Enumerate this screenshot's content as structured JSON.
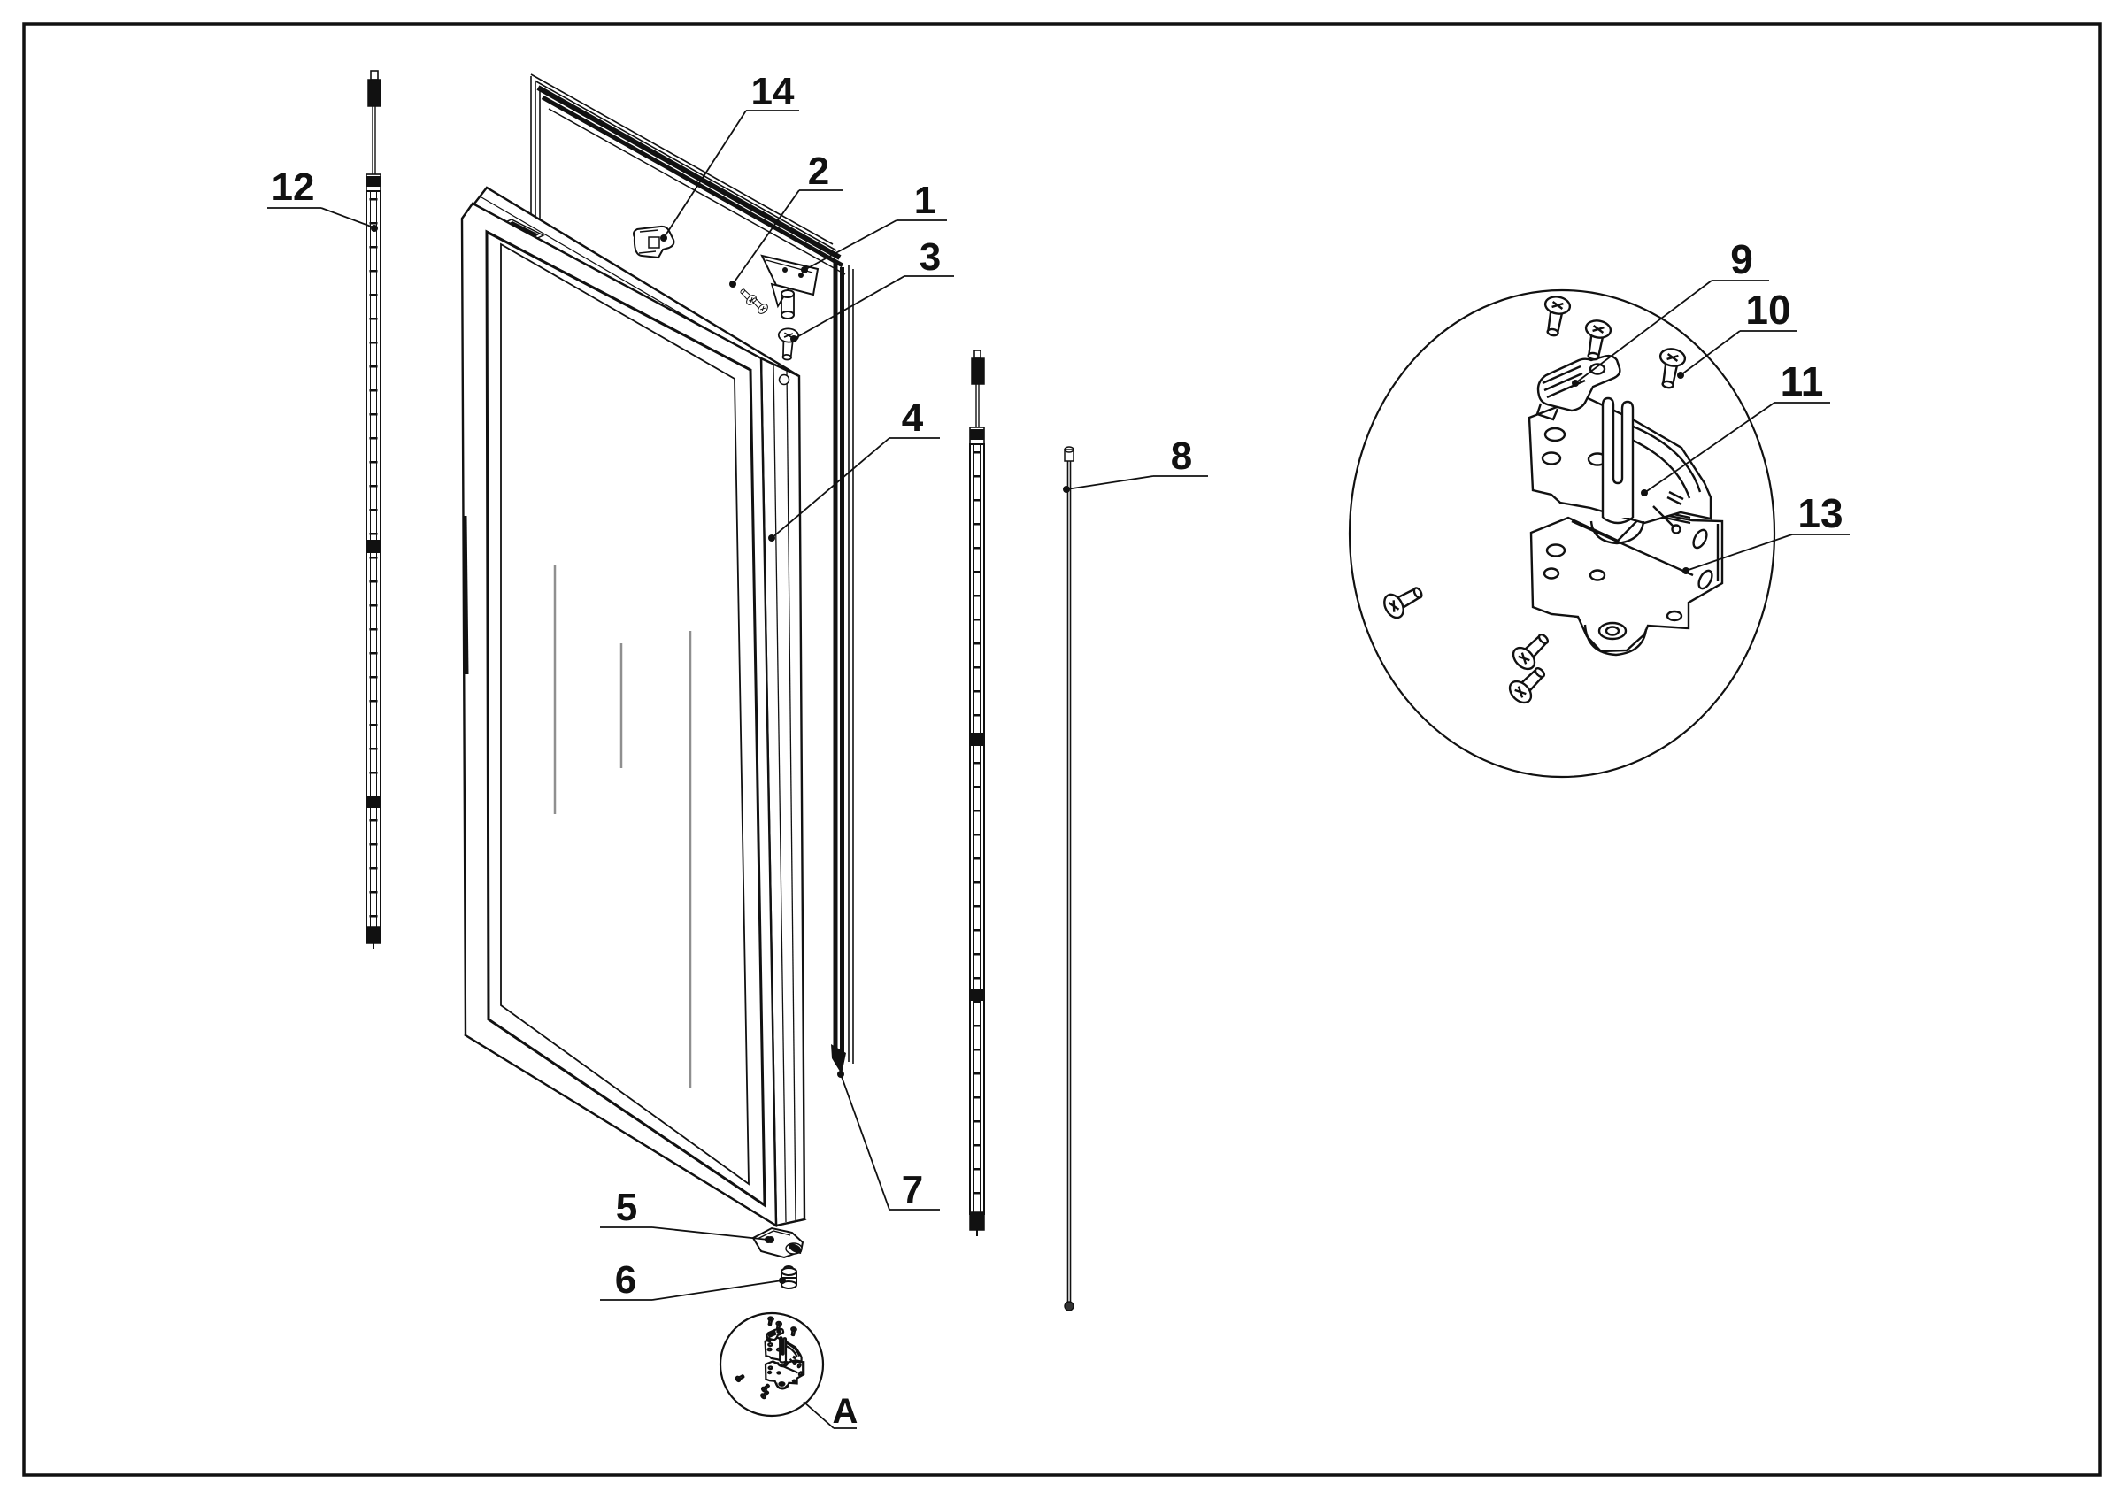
{
  "drawing": {
    "kind": "exploded parts line drawing",
    "subject": "glass door assembly with hinge details",
    "colors": {
      "line": "#111111",
      "background": "#ffffff",
      "glass_reflection": "#8f8f8f"
    }
  },
  "callouts": [
    {
      "id": "part-14",
      "text": "14"
    },
    {
      "id": "part-2",
      "text": "2"
    },
    {
      "id": "part-1",
      "text": "1"
    },
    {
      "id": "part-3",
      "text": "3"
    },
    {
      "id": "part-4",
      "text": "4"
    },
    {
      "id": "part-8",
      "text": "8"
    },
    {
      "id": "part-12",
      "text": "12"
    },
    {
      "id": "part-5",
      "text": "5"
    },
    {
      "id": "part-6",
      "text": "6"
    },
    {
      "id": "part-7",
      "text": "7"
    },
    {
      "id": "part-9",
      "text": "9"
    },
    {
      "id": "part-10",
      "text": "10"
    },
    {
      "id": "part-11",
      "text": "11"
    },
    {
      "id": "part-13",
      "text": "13"
    },
    {
      "id": "detail-a",
      "text": "A"
    }
  ]
}
